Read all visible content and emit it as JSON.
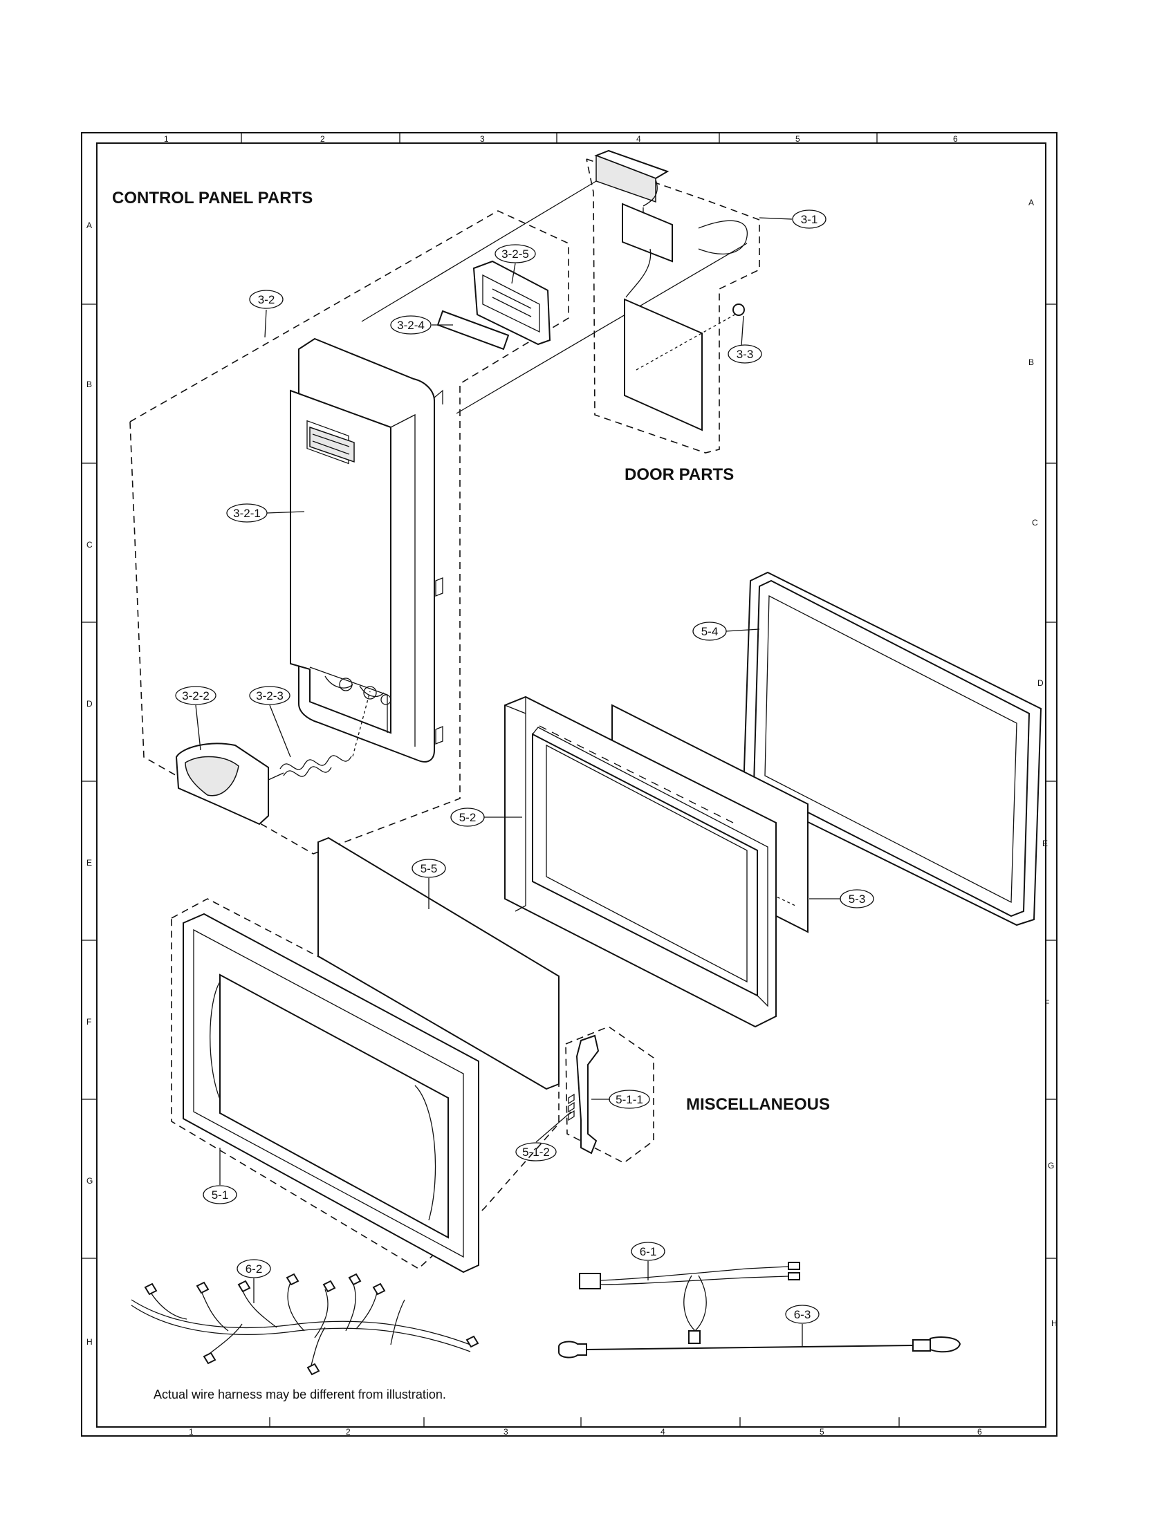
{
  "sections": {
    "control_panel": "CONTROL PANEL PARTS",
    "door": "DOOR PARTS",
    "misc": "MISCELLANEOUS"
  },
  "note": "Actual wire harness may be different from illustration.",
  "grid": {
    "columns": [
      "1",
      "2",
      "3",
      "4",
      "5",
      "6"
    ],
    "rows": [
      "A",
      "B",
      "C",
      "D",
      "E",
      "F",
      "G",
      "H"
    ]
  },
  "callouts": {
    "c3_1": "3-1",
    "c3_2": "3-2",
    "c3_2_1": "3-2-1",
    "c3_2_2": "3-2-2",
    "c3_2_3": "3-2-3",
    "c3_2_4": "3-2-4",
    "c3_2_5": "3-2-5",
    "c3_3": "3-3",
    "c5_1": "5-1",
    "c5_1_1": "5-1-1",
    "c5_1_2": "5-1-2",
    "c5_2": "5-2",
    "c5_3": "5-3",
    "c5_4": "5-4",
    "c5_5": "5-5",
    "c6_1": "6-1",
    "c6_2": "6-2",
    "c6_3": "6-3"
  }
}
